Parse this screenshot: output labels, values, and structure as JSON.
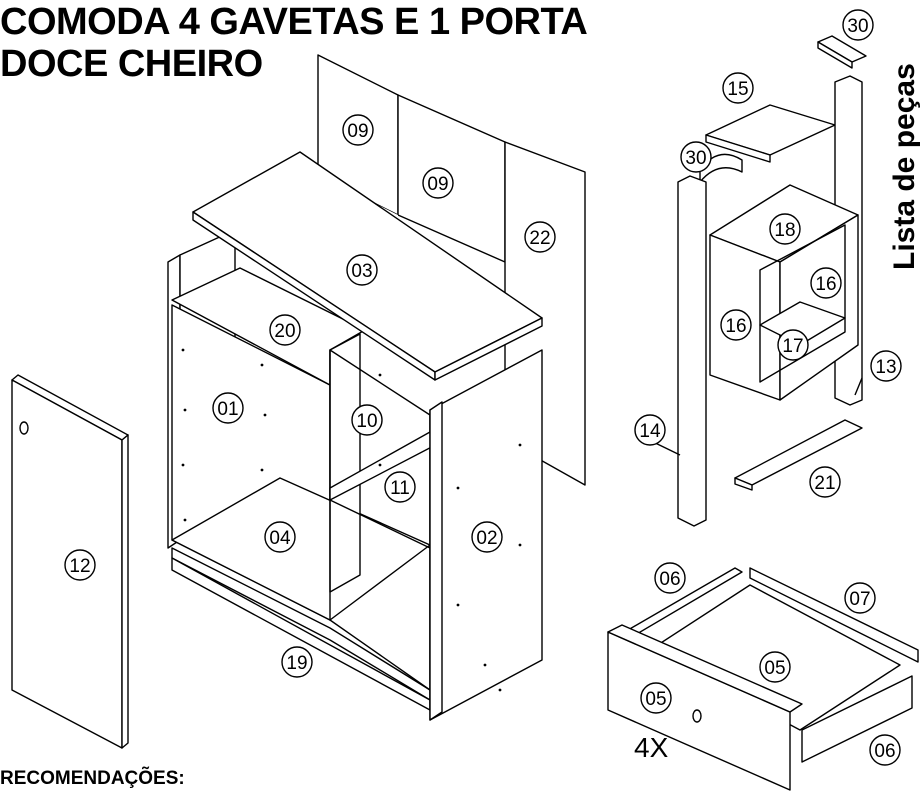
{
  "title": {
    "line1": "COMODA 4 GAVETAS E 1 PORTA",
    "line2": "DOCE CHEIRO"
  },
  "side_label": "Lista de peças",
  "recommendations_heading": "RECOMENDAÇÕES:",
  "drawer_quantity": "4X",
  "parts": {
    "p01": "01",
    "p02": "02",
    "p03": "03",
    "p04": "04",
    "p05a": "05",
    "p05b": "05",
    "p06a": "06",
    "p06b": "06",
    "p07": "07",
    "p09a": "09",
    "p09b": "09",
    "p10": "10",
    "p11": "11",
    "p12": "12",
    "p13": "13",
    "p14": "14",
    "p15": "15",
    "p16a": "16",
    "p16b": "16",
    "p17": "17",
    "p18": "18",
    "p19": "19",
    "p20": "20",
    "p21": "21",
    "p22": "22",
    "p30a": "30",
    "p30b": "30"
  },
  "colors": {
    "line": "#000000",
    "panel": "#ffffff"
  }
}
